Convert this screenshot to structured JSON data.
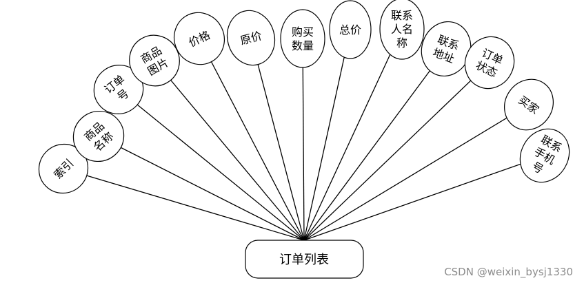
{
  "entity": {
    "label": "订单列表"
  },
  "attributes": [
    {
      "lines": [
        "索引"
      ]
    },
    {
      "lines": [
        "商品",
        "名称"
      ]
    },
    {
      "lines": [
        "订单",
        "号"
      ]
    },
    {
      "lines": [
        "商品",
        "图片"
      ]
    },
    {
      "lines": [
        "价格"
      ]
    },
    {
      "lines": [
        "原价"
      ]
    },
    {
      "lines": [
        "购买",
        "数量"
      ]
    },
    {
      "lines": [
        "总价"
      ]
    },
    {
      "lines": [
        "联系",
        "人名",
        "称"
      ]
    },
    {
      "lines": [
        "联系",
        "地址"
      ]
    },
    {
      "lines": [
        "订单",
        "状态"
      ]
    },
    {
      "lines": [
        "买家"
      ]
    },
    {
      "lines": [
        "联系",
        "手机",
        "号"
      ]
    }
  ],
  "watermark": "CSDN @weixin_bysj1330"
}
